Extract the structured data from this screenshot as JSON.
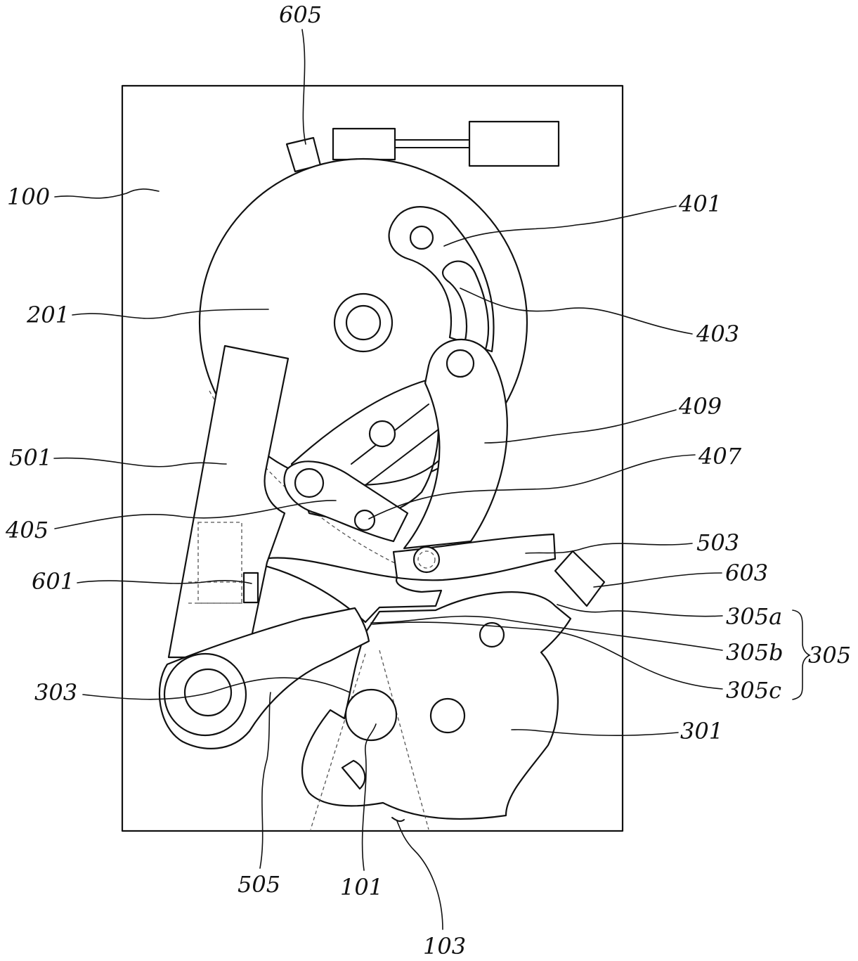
{
  "labels": {
    "l605": "605",
    "l100": "100",
    "l401": "401",
    "l201": "201",
    "l403": "403",
    "l409": "409",
    "l501": "501",
    "l407": "407",
    "l405": "405",
    "l503": "503",
    "l601": "601",
    "l603": "603",
    "l305a": "305a",
    "l305b": "305b",
    "l305": "305",
    "l303": "303",
    "l305c": "305c",
    "l301": "301",
    "l505": "505",
    "l101": "101",
    "l103": "103"
  },
  "colors": {
    "line": "#111111",
    "background": "#ffffff",
    "hidden_line": "#555555"
  }
}
